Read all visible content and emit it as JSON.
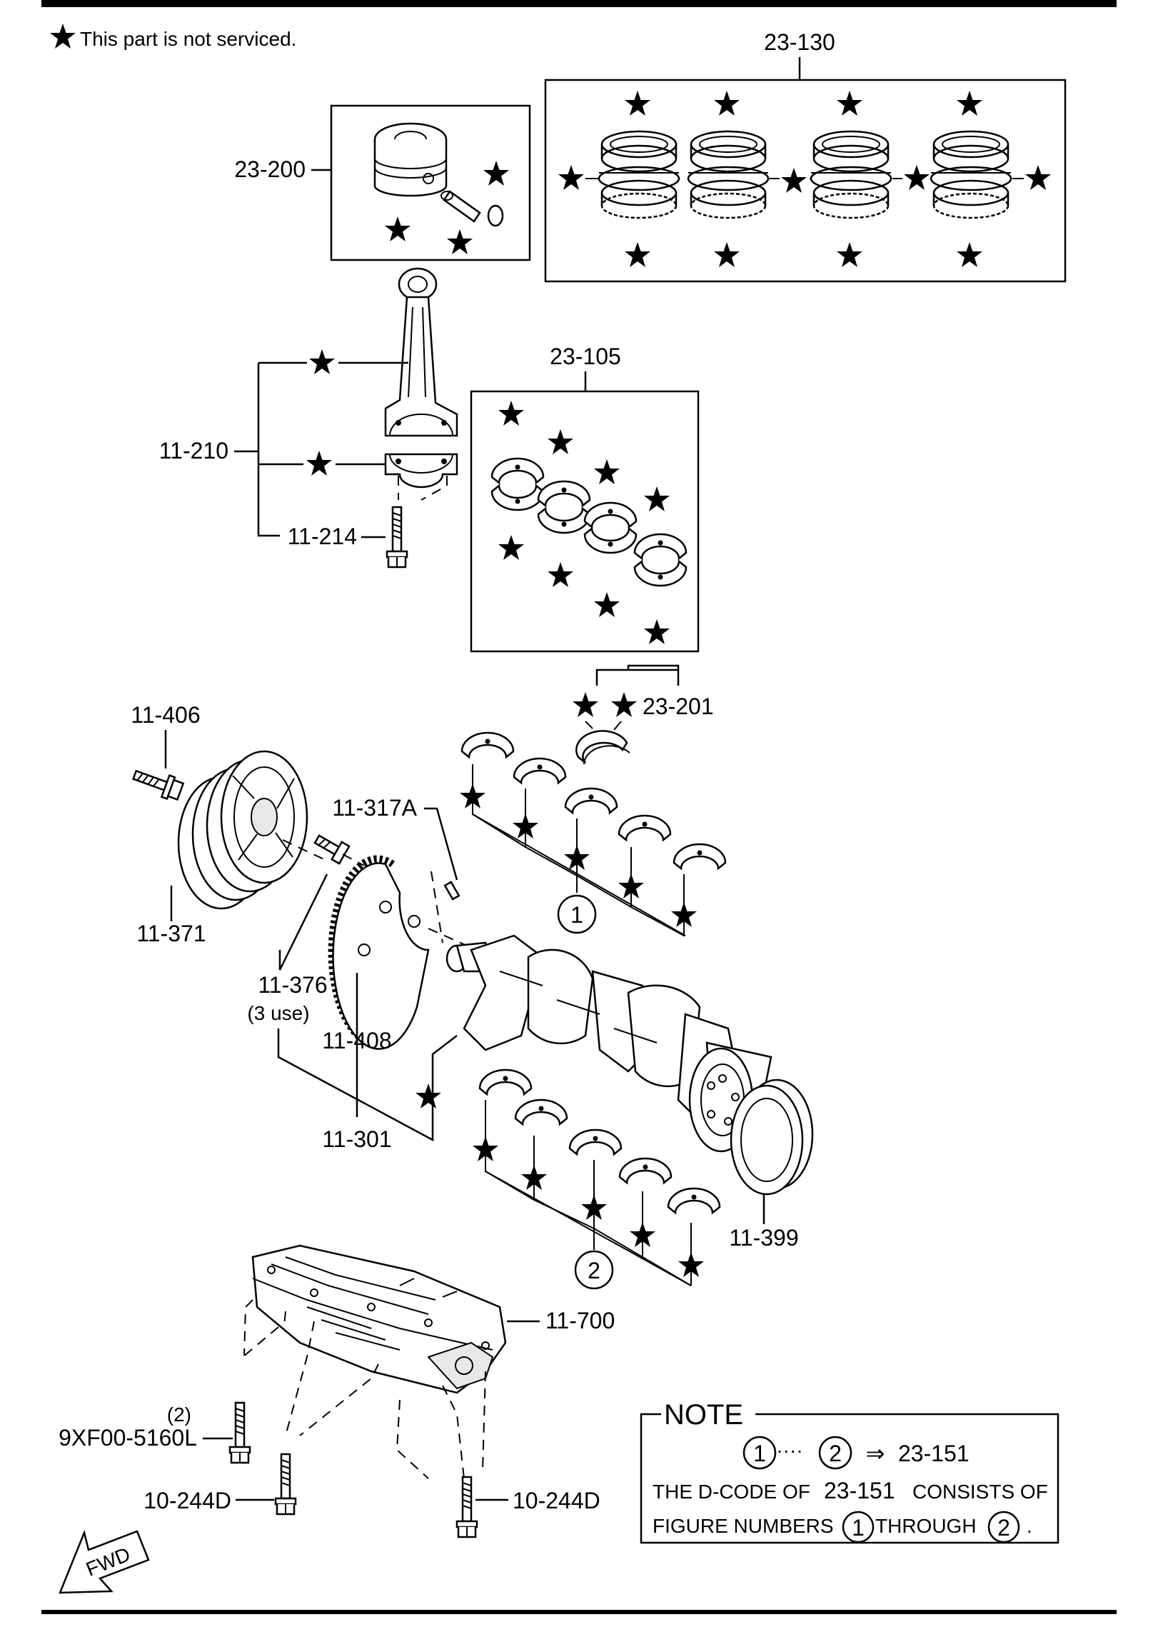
{
  "legend": {
    "star_note": "This part is not serviced."
  },
  "labels": {
    "p23_130": "23-130",
    "p23_200": "23-200",
    "p11_210": "11-210",
    "p11_214": "11-214",
    "p23_105": "23-105",
    "p23_201": "23-201",
    "p11_406": "11-406",
    "p11_317A": "11-317A",
    "p11_371": "11-371",
    "p11_376": "11-376",
    "p11_376_qty": "(3 use)",
    "p11_408": "11-408",
    "p11_301": "11-301",
    "p11_399": "11-399",
    "p11_700": "11-700",
    "p9xf00_qty": "(2)",
    "p9xf00": "9XF00-5160L",
    "p10_244D_left": "10-244D",
    "p10_244D_right": "10-244D",
    "fig1": "1",
    "fig2": "2",
    "fwd": "FWD"
  },
  "note": {
    "title": "NOTE",
    "range_from": "1",
    "range_dots": "····",
    "range_to": "2",
    "arrow": "⇒",
    "target": "23-151",
    "line2_prefix": "THE D-CODE OF",
    "line2_code": "23-151",
    "line2_suffix": "CONSISTS OF",
    "line3_prefix": "FIGURE NUMBERS",
    "line3_from": "1",
    "line3_mid": "THROUGH",
    "line3_to": "2",
    "line3_end": "."
  }
}
